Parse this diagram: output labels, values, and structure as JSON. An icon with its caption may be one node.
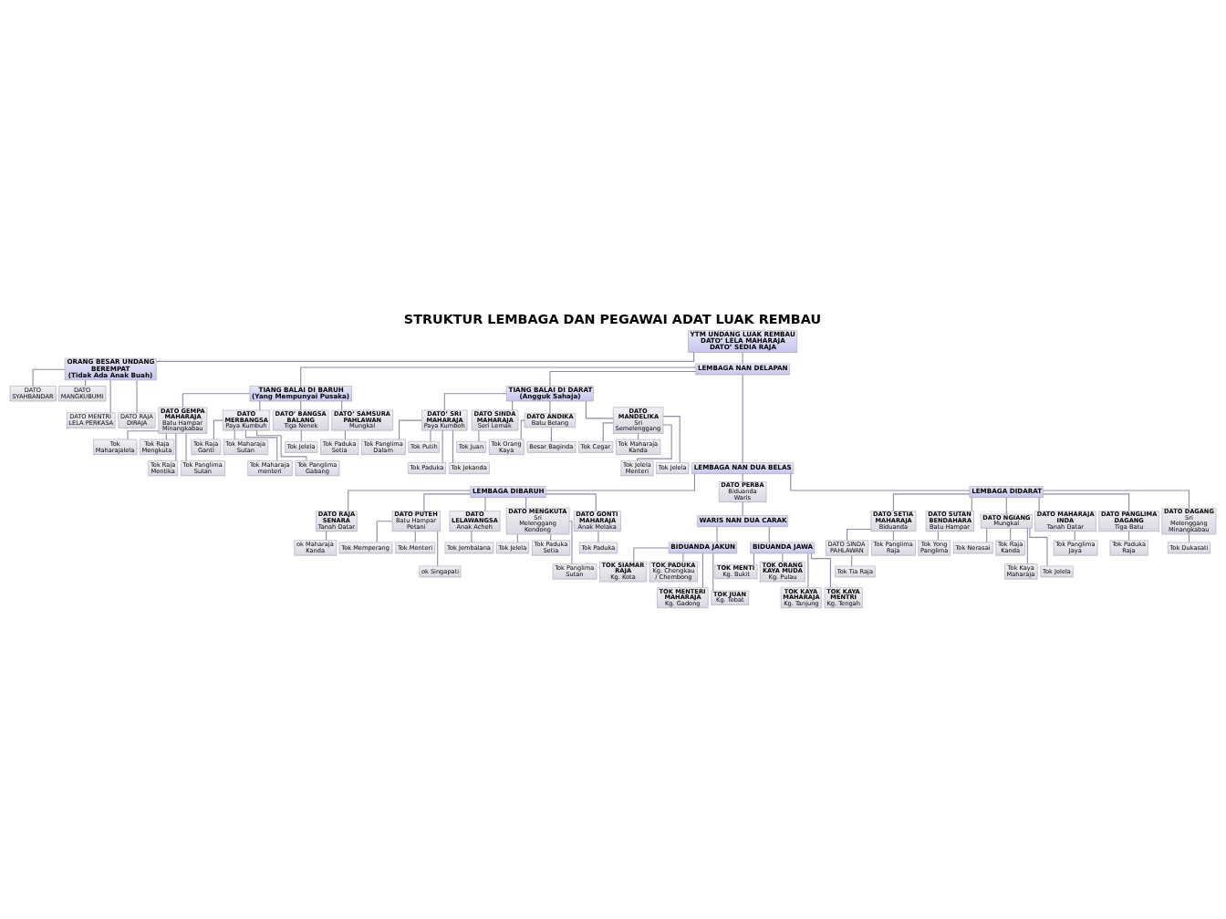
{
  "diagram": {
    "title": "STRUKTUR LEMBAGA DAN PEGAWAI ADAT LUAK REMBAU",
    "nodes": [
      {
        "text": [
          "YTM UNDANG LUAK REMBAU",
          "DATO’ LELA MAHARAJA",
          "DATO’ SEDIA RAJA"
        ]
      },
      {
        "text": [
          "ORANG BESAR UNDANG BEREMPAT",
          "(Tidak Ada Anak Buah)"
        ]
      },
      {
        "text": [
          "DATO SYAHBANDAR"
        ]
      },
      {
        "text": [
          "DATO MANGKUBUMI"
        ]
      },
      {
        "text": [
          "DATO MENTRI LELA PERKASA"
        ]
      },
      {
        "text": [
          "DATO RAJA DIRAJA"
        ]
      },
      {
        "text": [
          "LEMBAGA NAN DELAPAN"
        ]
      },
      {
        "text": [
          "TIANG BALAI DI BARUH",
          "(Yang Mempunyai Pusaka)"
        ]
      },
      {
        "text": [
          "TIANG BALAI DI DARAT",
          "(Angguk Sahaja)"
        ]
      },
      {
        "text": [
          "DATO GEMPA MAHARAJA",
          "Batu Hampar Minangkabau"
        ]
      },
      {
        "text": [
          "Tok Maharajalela"
        ]
      },
      {
        "text": [
          "Tok Raja Mengkuta"
        ]
      },
      {
        "text": [
          "Tok Raja Mentika"
        ]
      },
      {
        "text": [
          "Tok Panglima Sutan"
        ]
      },
      {
        "text": [
          "DATO MERBANGSA",
          "Paya Kumbuh"
        ]
      },
      {
        "text": [
          "Tok Raja Ganti"
        ]
      },
      {
        "text": [
          "Tok Maharaja Sutan"
        ]
      },
      {
        "text": [
          "Tok Maharaja menteri"
        ]
      },
      {
        "text": [
          "Tok Panglima Gabang"
        ]
      },
      {
        "text": [
          "DATO’ BANGSA BALANG",
          "Tiga Nenek"
        ]
      },
      {
        "text": [
          "Tok Jelela"
        ]
      },
      {
        "text": [
          "DATO’ SAMSURA PAHLAWAN",
          "Mungkal"
        ]
      },
      {
        "text": [
          "Tok Paduka Setia"
        ]
      },
      {
        "text": [
          "DATO’ SRI MAHARAJA",
          "Paya Kumboh"
        ]
      },
      {
        "text": [
          "Tok Panglima Dalam"
        ]
      },
      {
        "text": [
          "Tok Putih"
        ]
      },
      {
        "text": [
          "Tok Paduka"
        ]
      },
      {
        "text": [
          "Tok Jekanda"
        ]
      },
      {
        "text": [
          "DATO SINDA MAHARAJA",
          "Seri Lemak"
        ]
      },
      {
        "text": [
          "Tok Juan"
        ]
      },
      {
        "text": [
          "DATO ANDIKA",
          "Batu Belang"
        ]
      },
      {
        "text": [
          "Tok Orang Kaya"
        ]
      },
      {
        "text": [
          "Besar Baginda"
        ]
      },
      {
        "text": [
          "DATO MANDELIKA",
          "Sri Semelenggang"
        ]
      },
      {
        "text": [
          "Tok Cegar"
        ]
      },
      {
        "text": [
          "Tok Maharaja Kanda"
        ]
      },
      {
        "text": [
          "Tok Jelela Menteri"
        ]
      },
      {
        "text": [
          "Tok Jelela"
        ]
      },
      {
        "text": [
          "LEMBAGA NAN DUA BELAS"
        ]
      },
      {
        "text": [
          "LEMBAGA DIBARUH"
        ]
      },
      {
        "text": [
          "DATO PERBA",
          "Biduanda Waris"
        ]
      },
      {
        "text": [
          "LEMBAGA DIDARAT"
        ]
      },
      {
        "text": [
          "DATO RAJA SENARA",
          "Tanah Datar"
        ]
      },
      {
        "text": [
          "ok Maharaja Kanda"
        ]
      },
      {
        "text": [
          "DATO PUTEH",
          "Batu Hampar Petani"
        ]
      },
      {
        "text": [
          "Tok Memperang"
        ]
      },
      {
        "text": [
          "Tok Menteri"
        ]
      },
      {
        "text": [
          "ok Singapati"
        ]
      },
      {
        "text": [
          "DATO LELAWANGSA",
          "Anak Acheh"
        ]
      },
      {
        "text": [
          "Tok Jembalana"
        ]
      },
      {
        "text": [
          "DATO MENGKUTA",
          "Sri Melenggang Kendong"
        ]
      },
      {
        "text": [
          "Tok Jelela"
        ]
      },
      {
        "text": [
          "Tok Paduka Setia"
        ]
      },
      {
        "text": [
          "Tok Panglima Sutan"
        ]
      },
      {
        "text": [
          "DATO GONTI MAHARAJA",
          "Anak Melaka"
        ]
      },
      {
        "text": [
          "Tok Paduka"
        ]
      },
      {
        "text": [
          "WARIS NAN DUA CARAK"
        ]
      },
      {
        "text": [
          "BIDUANDA JAKUN"
        ]
      },
      {
        "text": [
          "BIDUANDA JAWA"
        ]
      },
      {
        "text": [
          "TOK SIAMAR RAJA",
          "Kg. Kota"
        ]
      },
      {
        "text": [
          "TOK PADUKA",
          "Kg. Chengkau / Chembong"
        ]
      },
      {
        "text": [
          "TOK MENTERI MAHARAJA",
          "Kg. Gadong"
        ]
      },
      {
        "text": [
          "TOK JUAN",
          "Kg. Tebat"
        ]
      },
      {
        "text": [
          "TOK MENTI",
          "Kg. Bukit"
        ]
      },
      {
        "text": [
          "TOK ORANG KAYA MUDA",
          "Kg. Pulau"
        ]
      },
      {
        "text": [
          "TOK KAYA MAHARAJA",
          "Kg. Tanjung"
        ]
      },
      {
        "text": [
          "TOK KAYA MENTRI",
          "Kg. Tengah"
        ]
      },
      {
        "text": [
          "DATO SETIA MAHARAJA",
          "Biduanda"
        ]
      },
      {
        "text": [
          "DATO SINDA PAHLAWAN"
        ]
      },
      {
        "text": [
          "Tok Tia Raja"
        ]
      },
      {
        "text": [
          "Tok Panglima Raja"
        ]
      },
      {
        "text": [
          "DATO SUTAN BENDAHARA",
          "Batu Hampar"
        ]
      },
      {
        "text": [
          "Tok Yong Panglima"
        ]
      },
      {
        "text": [
          "DATO NGIANG",
          "Mungkal"
        ]
      },
      {
        "text": [
          "Tok Nerasai"
        ]
      },
      {
        "text": [
          "Tok Raja Kanda"
        ]
      },
      {
        "text": [
          "Tok Kaya Maharaja"
        ]
      },
      {
        "text": [
          "Tok Jelela"
        ]
      },
      {
        "text": [
          "DATO MAHARAJA INDA",
          "Tanah Datar"
        ]
      },
      {
        "text": [
          "Tok Panglima Jaya"
        ]
      },
      {
        "text": [
          "DATO PANGLIMA DAGANG",
          "Tiga Batu"
        ]
      },
      {
        "text": [
          "Tok Paduka Raja"
        ]
      },
      {
        "text": [
          "DATO DAGANG",
          "Sri Melenggang Minangkabau"
        ]
      },
      {
        "text": [
          "Tok Dukasati"
        ]
      }
    ],
    "edges": [
      {
        "from": 0,
        "to": 1,
        "arrow": "none"
      },
      {
        "from": 1,
        "to": 2,
        "arrow": "none"
      },
      {
        "from": 1,
        "to": 3,
        "arrow": "none"
      },
      {
        "from": 1,
        "to": 4,
        "arrow": "none"
      },
      {
        "from": 1,
        "to": 5,
        "arrow": "none"
      },
      {
        "from": 0,
        "to": 6,
        "arrow": "none"
      },
      {
        "from": 6,
        "to": 7,
        "arrow": "none"
      },
      {
        "from": 6,
        "to": 8,
        "arrow": "none"
      },
      {
        "from": 7,
        "to": 9,
        "arrow": "none"
      },
      {
        "from": 9,
        "to": 10,
        "arrow": "none"
      },
      {
        "from": 9,
        "to": 11,
        "arrow": "none"
      },
      {
        "from": 9,
        "to": 12,
        "arrow": "none"
      },
      {
        "from": 9,
        "to": 13,
        "arrow": "none"
      },
      {
        "from": 7,
        "to": 14,
        "arrow": "none"
      },
      {
        "from": 14,
        "to": 15,
        "arrow": "none"
      },
      {
        "from": 14,
        "to": 16,
        "arrow": "none"
      },
      {
        "from": 14,
        "to": 17,
        "arrow": "none"
      },
      {
        "from": 14,
        "to": 18,
        "arrow": "none"
      },
      {
        "from": 7,
        "to": 19,
        "arrow": "none"
      },
      {
        "from": 19,
        "to": 20,
        "arrow": "none"
      },
      {
        "from": 7,
        "to": 21,
        "arrow": "none"
      },
      {
        "from": 21,
        "to": 22,
        "arrow": "none"
      },
      {
        "from": 8,
        "to": 23,
        "arrow": "none"
      },
      {
        "from": 23,
        "to": 24,
        "arrow": "none"
      },
      {
        "from": 23,
        "to": 25,
        "arrow": "none"
      },
      {
        "from": 23,
        "to": 26,
        "arrow": "none"
      },
      {
        "from": 23,
        "to": 27,
        "arrow": "none"
      },
      {
        "from": 8,
        "to": 28,
        "arrow": "none"
      },
      {
        "from": 28,
        "to": 29,
        "arrow": "none"
      },
      {
        "from": 8,
        "to": 30,
        "arrow": "none"
      },
      {
        "from": 30,
        "to": 31,
        "arrow": "none"
      },
      {
        "from": 30,
        "to": 32,
        "arrow": "none"
      },
      {
        "from": 8,
        "to": 33,
        "arrow": "none"
      },
      {
        "from": 33,
        "to": 34,
        "arrow": "none"
      },
      {
        "from": 33,
        "to": 35,
        "arrow": "none"
      },
      {
        "from": 33,
        "to": 36,
        "arrow": "none"
      },
      {
        "from": 33,
        "to": 37,
        "arrow": "none"
      },
      {
        "from": 6,
        "to": 38,
        "arrow": "none"
      },
      {
        "from": 38,
        "to": 39,
        "arrow": "none"
      },
      {
        "from": 38,
        "to": 40,
        "arrow": "none"
      },
      {
        "from": 38,
        "to": 41,
        "arrow": "none"
      },
      {
        "from": 39,
        "to": 42,
        "arrow": "none"
      },
      {
        "from": 42,
        "to": 43,
        "arrow": "none"
      },
      {
        "from": 39,
        "to": 44,
        "arrow": "none"
      },
      {
        "from": 44,
        "to": 45,
        "arrow": "none"
      },
      {
        "from": 44,
        "to": 46,
        "arrow": "none"
      },
      {
        "from": 44,
        "to": 47,
        "arrow": "none"
      },
      {
        "from": 39,
        "to": 48,
        "arrow": "none"
      },
      {
        "from": 48,
        "to": 49,
        "arrow": "none"
      },
      {
        "from": 39,
        "to": 50,
        "arrow": "none"
      },
      {
        "from": 50,
        "to": 51,
        "arrow": "none"
      },
      {
        "from": 50,
        "to": 52,
        "arrow": "none"
      },
      {
        "from": 50,
        "to": 53,
        "arrow": "none"
      },
      {
        "from": 39,
        "to": 54,
        "arrow": "none"
      },
      {
        "from": 54,
        "to": 55,
        "arrow": "none"
      },
      {
        "from": 40,
        "to": 56,
        "arrow": "none"
      },
      {
        "from": 56,
        "to": 57,
        "arrow": "none"
      },
      {
        "from": 56,
        "to": 58,
        "arrow": "none"
      },
      {
        "from": 57,
        "to": 59,
        "arrow": "none"
      },
      {
        "from": 57,
        "to": 60,
        "arrow": "none"
      },
      {
        "from": 57,
        "to": 61,
        "arrow": "none"
      },
      {
        "from": 57,
        "to": 62,
        "arrow": "none"
      },
      {
        "from": 58,
        "to": 63,
        "arrow": "none"
      },
      {
        "from": 58,
        "to": 64,
        "arrow": "none"
      },
      {
        "from": 58,
        "to": 65,
        "arrow": "none"
      },
      {
        "from": 58,
        "to": 66,
        "arrow": "none"
      },
      {
        "from": 41,
        "to": 67,
        "arrow": "none"
      },
      {
        "from": 67,
        "to": 68,
        "arrow": "none"
      },
      {
        "from": 68,
        "to": 69,
        "arrow": "none"
      },
      {
        "from": 67,
        "to": 70,
        "arrow": "none"
      },
      {
        "from": 41,
        "to": 71,
        "arrow": "none"
      },
      {
        "from": 71,
        "to": 72,
        "arrow": "none"
      },
      {
        "from": 41,
        "to": 73,
        "arrow": "none"
      },
      {
        "from": 73,
        "to": 74,
        "arrow": "none"
      },
      {
        "from": 73,
        "to": 75,
        "arrow": "none"
      },
      {
        "from": 73,
        "to": 76,
        "arrow": "none"
      },
      {
        "from": 73,
        "to": 77,
        "arrow": "none"
      },
      {
        "from": 41,
        "to": 78,
        "arrow": "none"
      },
      {
        "from": 78,
        "to": 79,
        "arrow": "none"
      },
      {
        "from": 41,
        "to": 80,
        "arrow": "none"
      },
      {
        "from": 80,
        "to": 81,
        "arrow": "none"
      },
      {
        "from": 41,
        "to": 82,
        "arrow": "none"
      },
      {
        "from": 82,
        "to": 83,
        "arrow": "none"
      }
    ]
  }
}
